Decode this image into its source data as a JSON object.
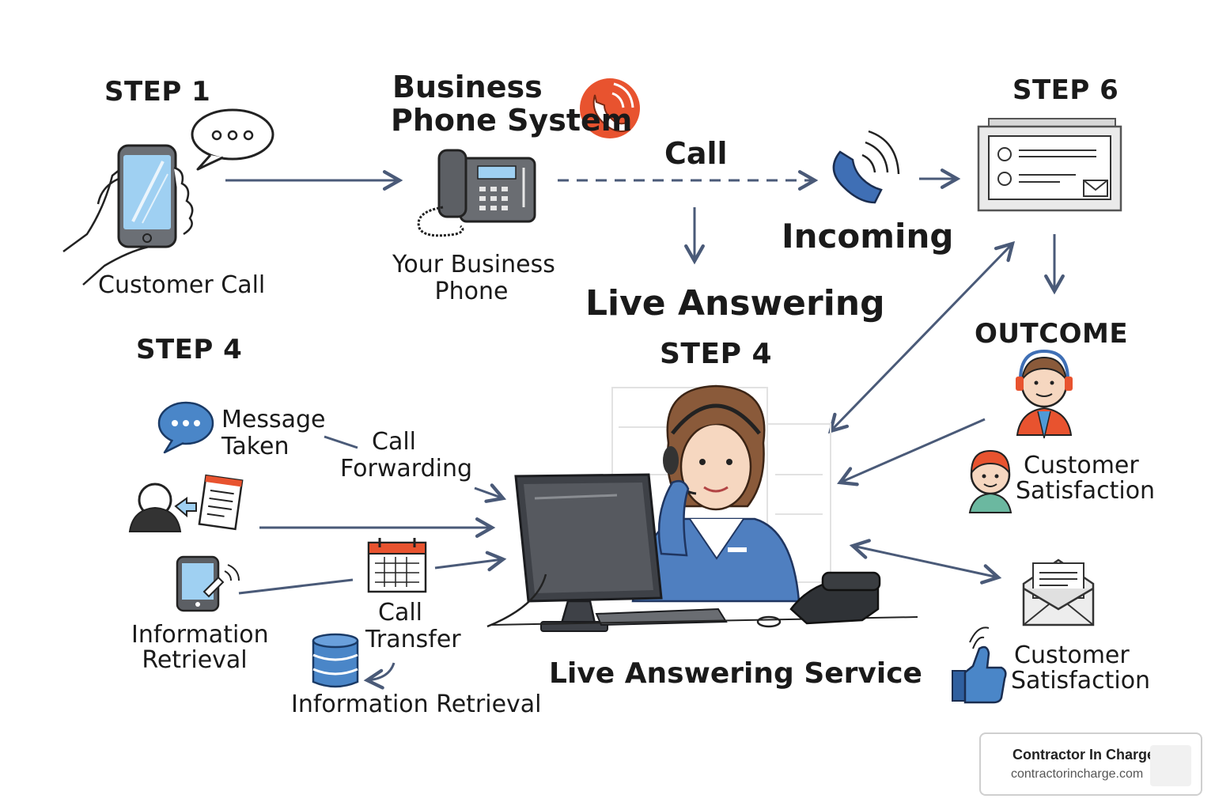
{
  "step1": "STEP 1",
  "customer_call": "Customer Call",
  "business_phone_system": [
    "Business",
    "Phone System"
  ],
  "your_business_phone": [
    "Your Business",
    "Phone"
  ],
  "call": "Call",
  "incoming": "Incoming",
  "step6": "STEP 6",
  "live_answering": "Live Answering",
  "step4_center": "STEP 4",
  "step4_left": "STEP 4",
  "outcome": "OUTCOME",
  "message_taken": [
    "Message",
    "Taken"
  ],
  "call_forwarding": [
    "Call",
    "Forwarding"
  ],
  "information_retrieval_left": [
    "Information",
    "Retrieval"
  ],
  "call_transfer": [
    "Call",
    "Transfer"
  ],
  "information_retrieval_bottom": "Information Retrieval",
  "live_answering_service": "Live Answering Service",
  "customer_satisfaction_1": [
    "Customer",
    "Satisfaction"
  ],
  "customer_satisfaction_2": [
    "Customer",
    "Satisfaction"
  ],
  "credit": {
    "name": "Contractor In Charge",
    "url": "contractorincharge.com"
  },
  "colors": {
    "arrow": "#4a5a78",
    "accent_red": "#e8532f",
    "blue": "#4f7fc0",
    "screen_blue": "#9fd0f2",
    "dark_gray": "#555a60"
  },
  "icons": [
    "smartphone-icon",
    "speech-bubble-icon",
    "desk-phone-icon",
    "phone-ring-icon",
    "incoming-call-icon",
    "notification-panel-icon",
    "agent-icon",
    "monitor-icon",
    "headset-person-icon",
    "envelope-icon",
    "thumbs-up-icon",
    "calendar-icon",
    "database-icon",
    "tablet-icon",
    "person-document-icon",
    "chat-bubble-icon"
  ]
}
